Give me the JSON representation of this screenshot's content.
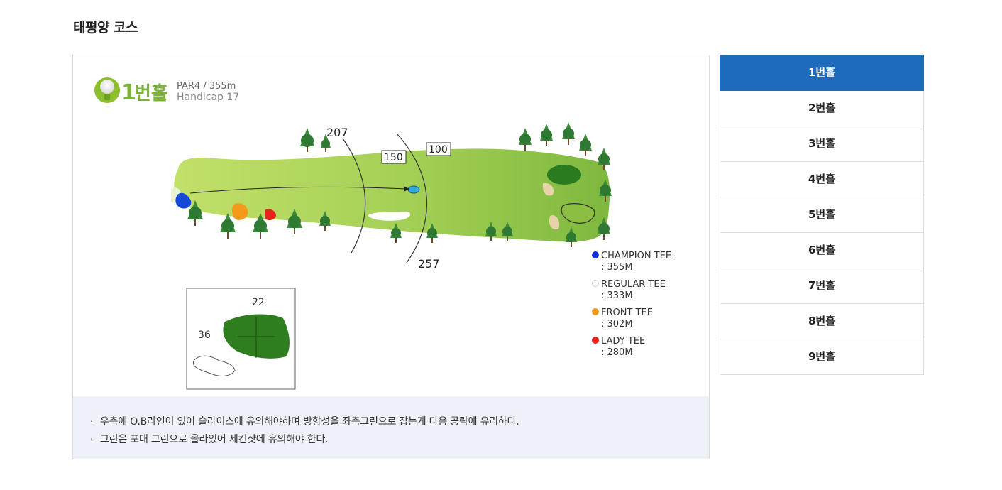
{
  "page": {
    "title": "태평양 코스"
  },
  "hole_header": {
    "number": "1",
    "label": "번홀",
    "par": "PAR4 / 355m",
    "handicap": "Handicap 17"
  },
  "distances": {
    "d207": "207",
    "d150": "150",
    "d100": "100",
    "d257": "257"
  },
  "green_detail": {
    "top": "22",
    "left": "36"
  },
  "legend": [
    {
      "name": "CHAMPION TEE",
      "dist": ": 355M",
      "color": "#1030d8"
    },
    {
      "name": "REGULAR TEE",
      "dist": ": 333M",
      "color": "#ffffff"
    },
    {
      "name": "FRONT TEE",
      "dist": ": 302M",
      "color": "#f39a1c"
    },
    {
      "name": "LADY TEE",
      "dist": ": 280M",
      "color": "#e8231b"
    }
  ],
  "tips": [
    "우측에 O.B라인이 있어 슬라이스에 유의해야하며 방향성을 좌측그린으로 잡는게 다음 공략에 유리하다.",
    "그린은 포대 그린으로 올라있어 세컨샷에 유의해야 한다."
  ],
  "tip_bullet": "·",
  "holes": [
    {
      "label": "1번홀",
      "active": true
    },
    {
      "label": "2번홀",
      "active": false
    },
    {
      "label": "3번홀",
      "active": false
    },
    {
      "label": "4번홀",
      "active": false
    },
    {
      "label": "5번홀",
      "active": false
    },
    {
      "label": "6번홀",
      "active": false
    },
    {
      "label": "7번홀",
      "active": false
    },
    {
      "label": "8번홀",
      "active": false
    },
    {
      "label": "9번홀",
      "active": false
    }
  ],
  "colors": {
    "accent": "#1e6bbd",
    "fairway": "#a8d258",
    "green": "#2a7a1f",
    "tips_bg": "#eef1f7"
  }
}
